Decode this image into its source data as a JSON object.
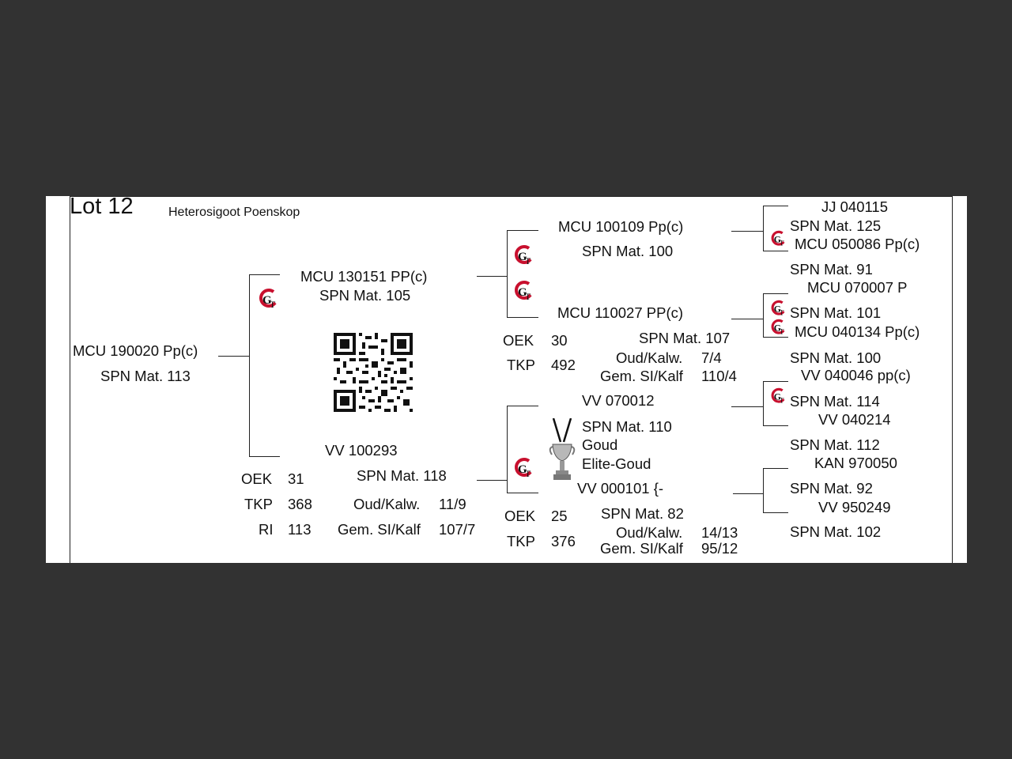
{
  "lot": "Lot 12",
  "subtitle": "Heterosigoot Poenskop",
  "animal": {
    "id": "MCU 190020   Pp(c)",
    "spn": "SPN Mat. 113"
  },
  "sire": {
    "id": "MCU 130151   PP(c)",
    "spn": "SPN Mat. 105",
    "sire": {
      "id": "MCU 100109   Pp(c)",
      "spn": "SPN Mat. 100",
      "sire": {
        "id": "JJ  040115",
        "spn": "SPN Mat. 125"
      },
      "dam": {
        "id": "MCU 050086   Pp(c)",
        "spn": "SPN Mat. 91"
      }
    },
    "dam": {
      "id": "MCU 110027   PP(c)",
      "spn": "SPN Mat. 107",
      "stats": {
        "oek_label": "OEK",
        "oek": "30",
        "tkp_label": "TKP",
        "tkp": "492",
        "oudkalw_label": "Oud/Kalw.",
        "oudkalw": "7/4",
        "gemsi_label": "Gem. SI/Kalf",
        "gemsi": "110/4"
      },
      "sire": {
        "id": "MCU 070007   P",
        "spn": "SPN Mat. 101"
      },
      "dam": {
        "id": "MCU 040134   Pp(c)",
        "spn": "SPN Mat. 100"
      }
    }
  },
  "dam": {
    "id": "VV  100293",
    "spn": "SPN Mat. 118",
    "stats": {
      "oek_label": "OEK",
      "oek": "31",
      "tkp_label": "TKP",
      "tkp": "368",
      "ri_label": "RI",
      "ri": "113",
      "oudkalw_label": "Oud/Kalw.",
      "oudkalw": "11/9",
      "gemsi_label": "Gem. SI/Kalf",
      "gemsi": "107/7"
    },
    "sire": {
      "id": "VV  070012",
      "spn": "SPN Mat. 110",
      "award1": "Goud",
      "award2": "Elite-Goud",
      "sire": {
        "id": "VV  040046   pp(c)",
        "spn": "SPN Mat. 114"
      },
      "dam": {
        "id": "VV  040214",
        "spn": "SPN Mat. 112"
      }
    },
    "dam": {
      "id": "VV  000101   {-",
      "spn": "SPN Mat. 82",
      "stats": {
        "oek_label": "OEK",
        "oek": "25",
        "tkp_label": "TKP",
        "tkp": "376",
        "oudkalw_label": "Oud/Kalw.",
        "oudkalw": "14/13",
        "gemsi_label": "Gem. SI/Kalf",
        "gemsi": "95/12"
      },
      "sire": {
        "id": "KAN 970050",
        "spn": "SPN Mat. 92"
      },
      "dam": {
        "id": "VV  950249",
        "spn": "SPN Mat. 102"
      }
    }
  },
  "icons": {
    "gt_logo": "gt-logo-icon",
    "trophy": "trophy-icon",
    "qr": "qr-code"
  },
  "colors": {
    "background": "#323232",
    "sheet": "#ffffff",
    "logo_red": "#c8102e"
  }
}
